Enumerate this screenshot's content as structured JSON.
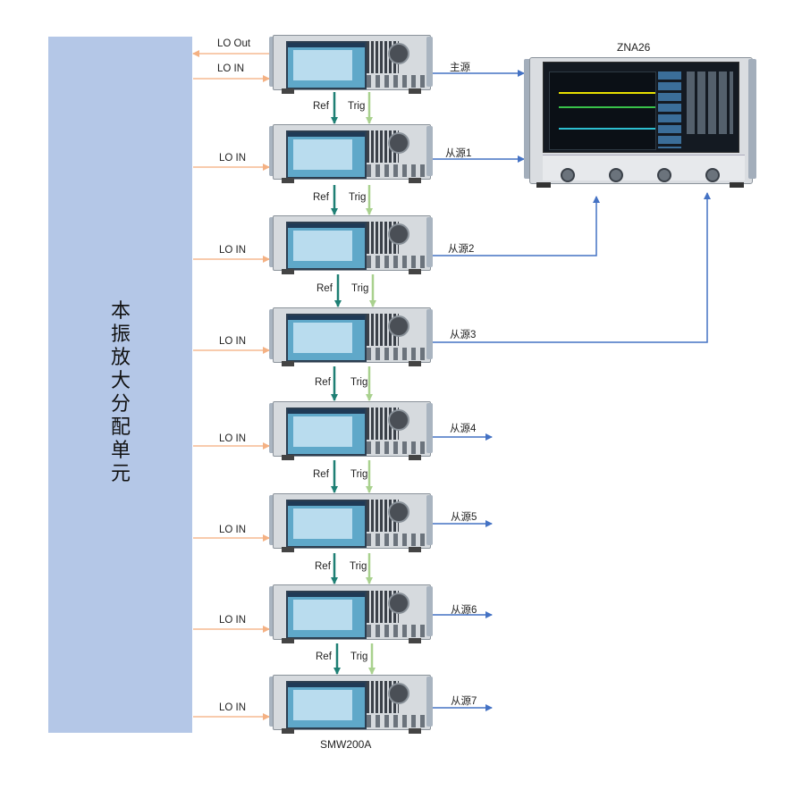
{
  "distribution_unit": {
    "title": "本振放大分配单元",
    "fill_color": "#b4c7e7"
  },
  "vna": {
    "model": "ZNA26"
  },
  "generator_model": "SMW200A",
  "lo_labels": {
    "lo_out": "LO Out",
    "lo_in": "LO IN"
  },
  "link_labels": {
    "ref": "Ref",
    "trig": "Trig"
  },
  "sources": {
    "master": "主源",
    "slave1": "从源1",
    "slave2": "从源2",
    "slave3": "从源3",
    "slave4": "从源4",
    "slave5": "从源5",
    "slave6": "从源6",
    "slave7": "从源7"
  },
  "colors": {
    "lo_line": "#f8cbad",
    "signal_line": "#4472c4",
    "ref_line": "#1e7f74",
    "trig_line": "#a9d18e"
  }
}
